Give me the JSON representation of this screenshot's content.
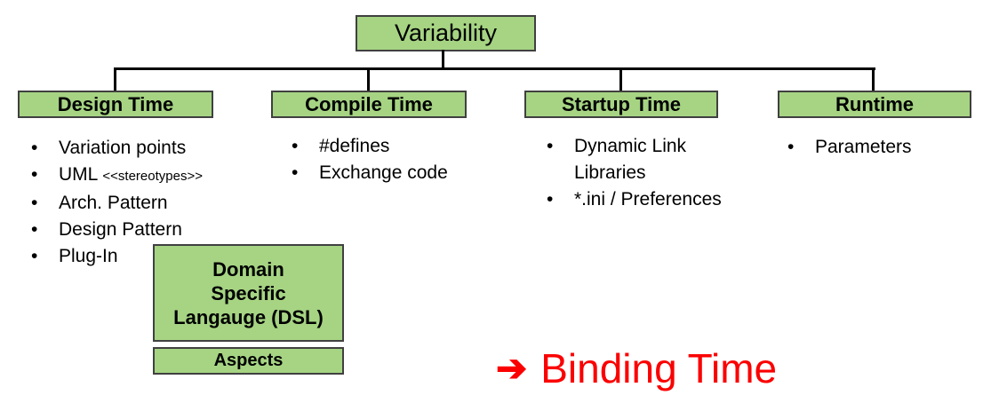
{
  "colors": {
    "box_fill": "#a6d483",
    "box_border": "#404040",
    "connector": "#000000",
    "annotation_red": "#fb0000"
  },
  "root": {
    "label": "Variability"
  },
  "columns": [
    {
      "header": "Design Time",
      "items": [
        {
          "text": "Variation points"
        },
        {
          "text": "UML",
          "small": "<<stereotypes>>"
        },
        {
          "text": "Arch. Pattern"
        },
        {
          "text": "Design Pattern"
        },
        {
          "text": "Plug-In"
        }
      ]
    },
    {
      "header": "Compile Time",
      "items": [
        {
          "text": "#defines"
        },
        {
          "text": "Exchange code"
        }
      ]
    },
    {
      "header": "Startup Time",
      "items": [
        {
          "text": "Dynamic Link Libraries"
        },
        {
          "text": "*.ini / Preferences"
        }
      ]
    },
    {
      "header": "Runtime",
      "items": [
        {
          "text": "Parameters"
        }
      ]
    }
  ],
  "dsl_box": {
    "lines": [
      "Domain",
      "Specific",
      "Langauge (DSL)"
    ]
  },
  "aspects_box": {
    "label": "Aspects"
  },
  "annotation": {
    "arrow": "➔",
    "label": "Binding Time"
  }
}
